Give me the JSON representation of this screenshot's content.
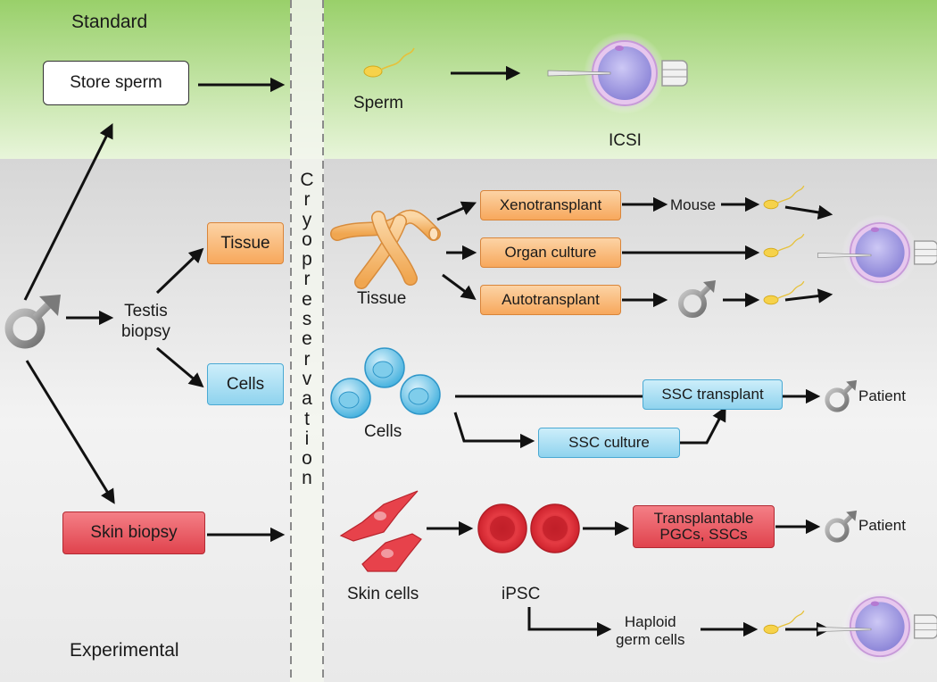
{
  "sections": {
    "standard": "Standard",
    "experimental": "Experimental"
  },
  "standard": {
    "store_sperm": "Store sperm",
    "sperm": "Sperm",
    "icsi": "ICSI"
  },
  "cryopreservation": [
    "C",
    "r",
    "y",
    "o",
    "p",
    "r",
    "e",
    "s",
    "e",
    "r",
    "v",
    "a",
    "t",
    "i",
    "o",
    "n"
  ],
  "left": {
    "testis_biopsy": [
      "Testis",
      "biopsy"
    ],
    "tissue": "Tissue",
    "cells": "Cells",
    "skin_biopsy": "Skin biopsy"
  },
  "tissue_path": {
    "label": "Tissue",
    "xenotransplant": "Xenotransplant",
    "mouse": "Mouse",
    "organ_culture": "Organ culture",
    "autotransplant": "Autotransplant"
  },
  "cells_path": {
    "label": "Cells",
    "ssc_transplant": "SSC transplant",
    "ssc_culture": "SSC culture",
    "patient": "Patient"
  },
  "skin_path": {
    "skin_cells": "Skin cells",
    "ipsc": "iPSC",
    "transplantable": [
      "Transplantable",
      "PGCs, SSCs"
    ],
    "patient": "Patient",
    "haploid": [
      "Haploid",
      "germ cells"
    ]
  },
  "colors": {
    "standard_band": "#b9e08f",
    "experimental_band": "#e6e6e6",
    "orange_box": "#f7a85c",
    "blue_box": "#8fd3ee",
    "red_box": "#e0434d",
    "oocyte": "#a9a3e6"
  }
}
